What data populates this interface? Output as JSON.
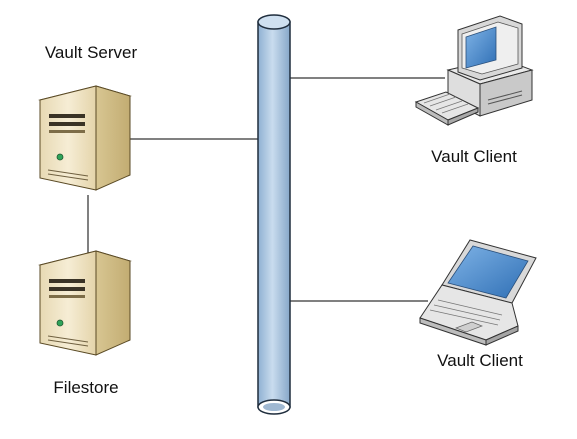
{
  "diagram": {
    "vault_server": {
      "label": "Vault Server"
    },
    "filestore": {
      "label": "Filestore"
    },
    "desktop_client": {
      "label": "Vault Client"
    },
    "laptop_client": {
      "label": "Vault Client"
    }
  },
  "colors": {
    "pipe_fill": "#b9cfe4",
    "pipe_stroke": "#1f2d3d",
    "server_body": "#efe3c4",
    "connector_line": "#000000",
    "screen_blue": "#4f8fd0"
  }
}
